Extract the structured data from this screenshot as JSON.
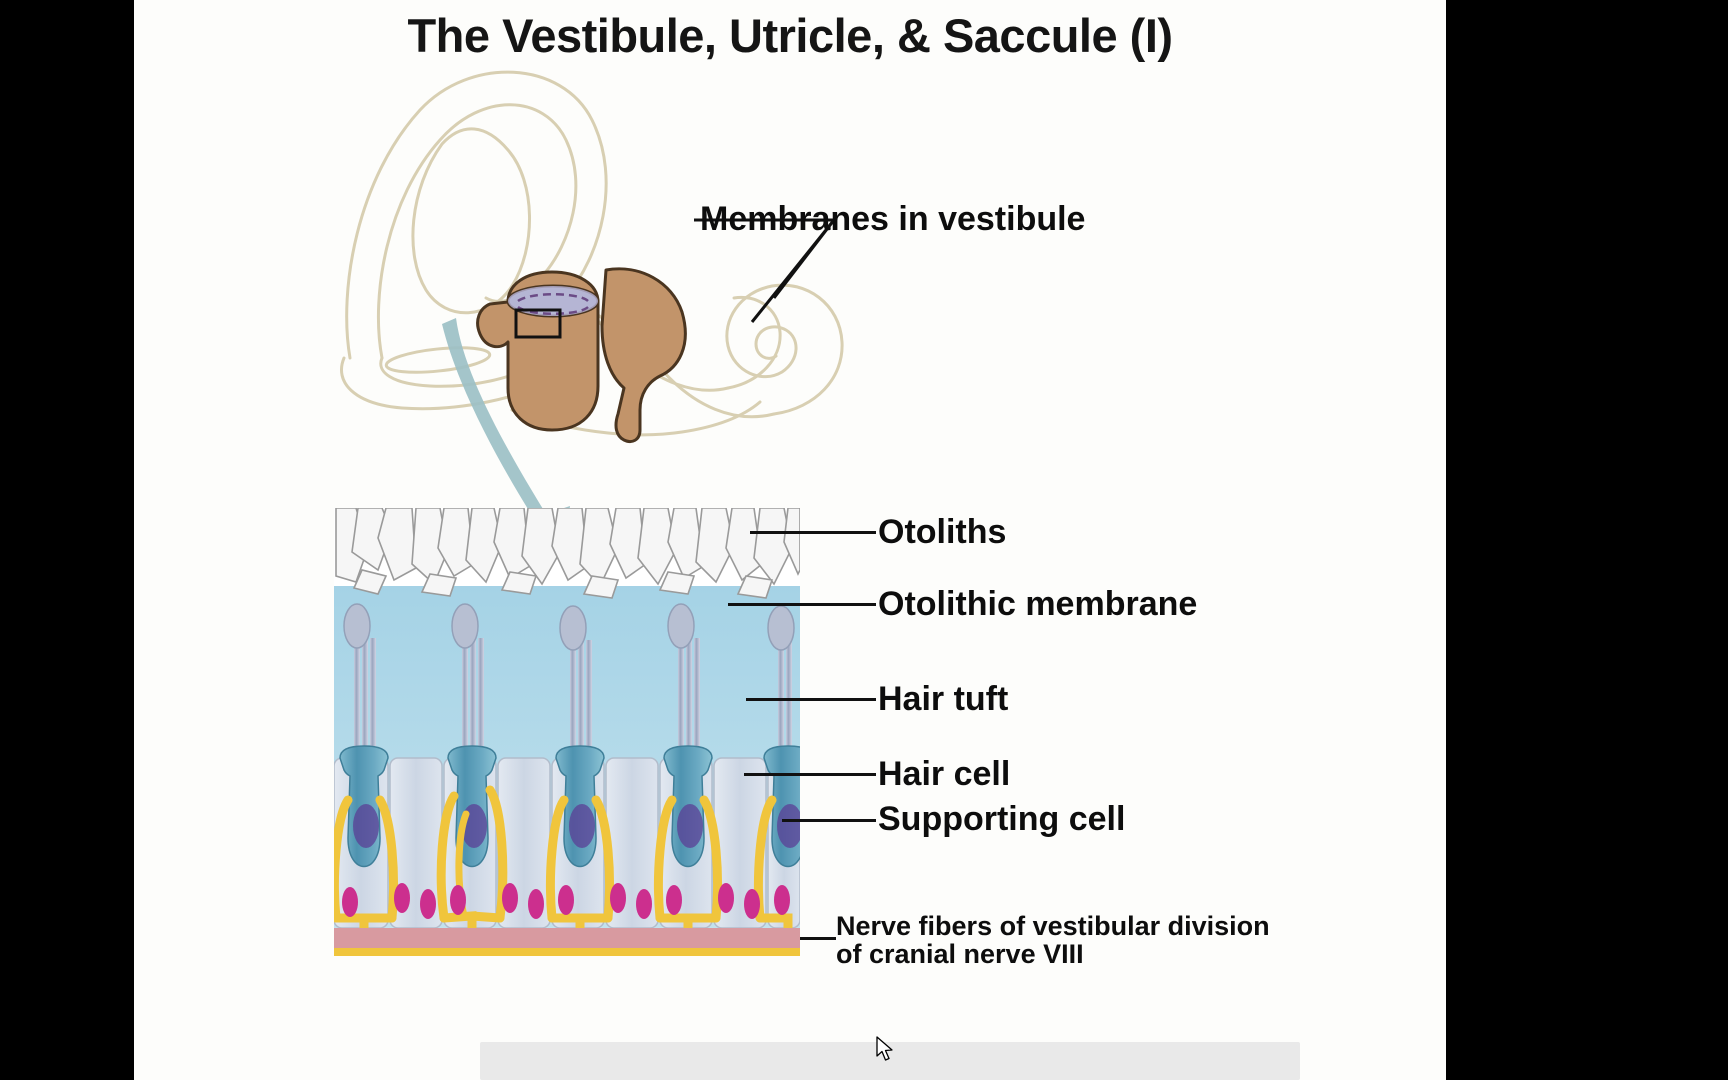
{
  "slide": {
    "title": "The Vestibule, Utricle, & Saccule (I)",
    "background_color": "#fdfdfb",
    "letterbox_color": "#000000"
  },
  "labels": [
    {
      "id": "membranes-in-vestibule",
      "text": "Membranes in vestibule",
      "size": "big"
    },
    {
      "id": "otoliths",
      "text": "Otoliths",
      "size": "big"
    },
    {
      "id": "otolithic-membrane",
      "text": "Otolithic membrane",
      "size": "big"
    },
    {
      "id": "hair-tuft",
      "text": "Hair tuft",
      "size": "big"
    },
    {
      "id": "hair-cell",
      "text": "Hair cell",
      "size": "big"
    },
    {
      "id": "supporting-cell",
      "text": "Supporting cell",
      "size": "big"
    },
    {
      "id": "nerve-fibers-line1",
      "text": "Nerve fibers of vestibular division",
      "size": "sm"
    },
    {
      "id": "nerve-fibers-line2",
      "text": "of cranial nerve VIII",
      "size": "sm"
    }
  ],
  "colors": {
    "label_text": "#0d0d0d",
    "leader_line": "#111111",
    "ear_outline": "#d6cdb0",
    "vestibule_fill": "#c2946a",
    "vestibule_outline": "#4a3520",
    "macula_patch": "#b3aed0",
    "endolymph_top": "#a9d6e8",
    "endolymph_bottom": "#bfe0ec",
    "otolith_fill": "#f4f4f4",
    "otolith_outline": "#8c8c8c",
    "hair_cell_body": "#5b9fba",
    "hair_cell_nucleus": "#5b3f96",
    "supporting_cell": "#ccd6e4",
    "supporting_nucleus": "#cc2f8e",
    "nerve_fiber": "#f0c53c",
    "basement_layer": "#d89aa0",
    "arrow_fill": "#9cc0c6"
  },
  "player": {
    "progress_bar_color": "#e9e9e9",
    "cursor": "pointer-cursor"
  }
}
